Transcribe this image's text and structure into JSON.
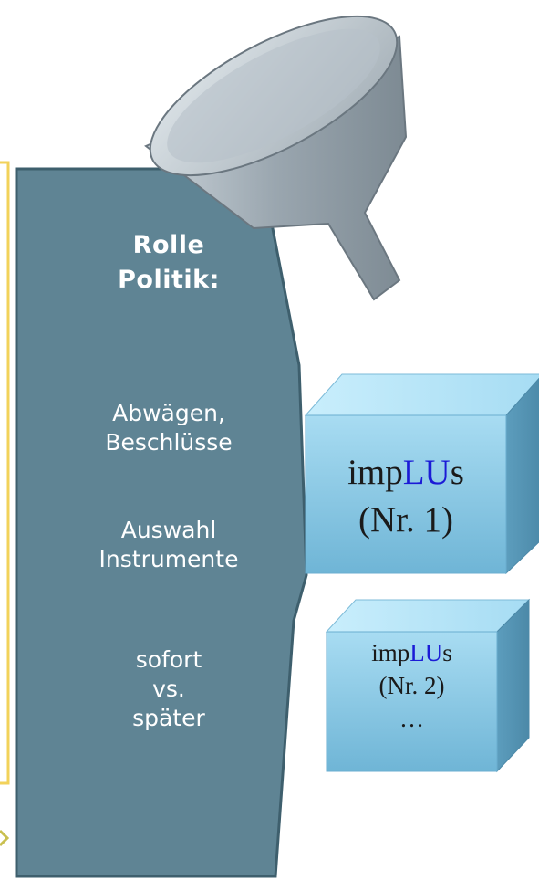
{
  "panel": {
    "heading": "Rolle Politik:",
    "lines": [
      "Abwägen, Beschlüsse",
      "Auswahl Instrumente",
      "sofort vs. später"
    ]
  },
  "cubes": [
    {
      "prefix": "imp",
      "accent": "LU",
      "suffix": "s",
      "number": "(Nr. 1)",
      "extra": ""
    },
    {
      "prefix": "imp",
      "accent": "LU",
      "suffix": "s",
      "number": "(Nr. 2)",
      "extra": "…"
    }
  ],
  "colors": {
    "panel": "#5f8494",
    "panel_edge": "#3e5f6d",
    "side_box_border": "#f2d25a",
    "cube_front": "#8ccde9",
    "accent_text": "#1b1bd6",
    "funnel": "#a9b4bc"
  },
  "icons": {
    "funnel": "funnel-icon",
    "arrow": "arrow-right-icon"
  }
}
